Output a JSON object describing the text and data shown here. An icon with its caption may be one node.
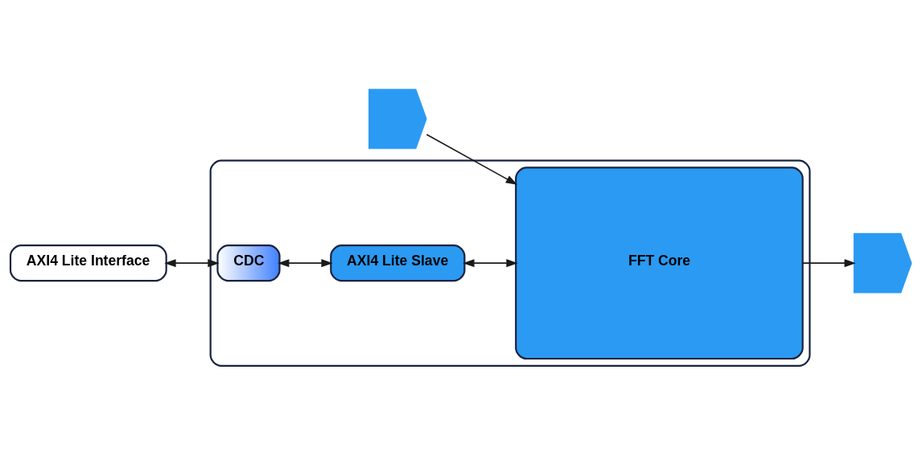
{
  "diagram": {
    "nodes": [
      {
        "text": [],
        "shape": "box"
      },
      {
        "text": [
          "AXI4 Lite Interface"
        ]
      },
      {
        "text": [
          "CDC"
        ],
        "in": 0
      },
      {
        "text": [
          "AXI4 Lite Slave"
        ],
        "in": 0
      },
      {
        "text": [
          "FFT Core"
        ],
        "in": 0
      },
      {
        "text": [],
        "shape": "chevron"
      },
      {
        "text": [],
        "shape": "chevron"
      }
    ],
    "edges": [
      {
        "from": 1,
        "to": 2,
        "arrow": "both"
      },
      {
        "from": 2,
        "to": 3,
        "arrow": "both"
      },
      {
        "from": 3,
        "to": 4,
        "arrow": "both"
      },
      {
        "from": 5,
        "to": 4,
        "arrow": "to"
      },
      {
        "from": 4,
        "to": 6,
        "arrow": "to"
      }
    ]
  }
}
